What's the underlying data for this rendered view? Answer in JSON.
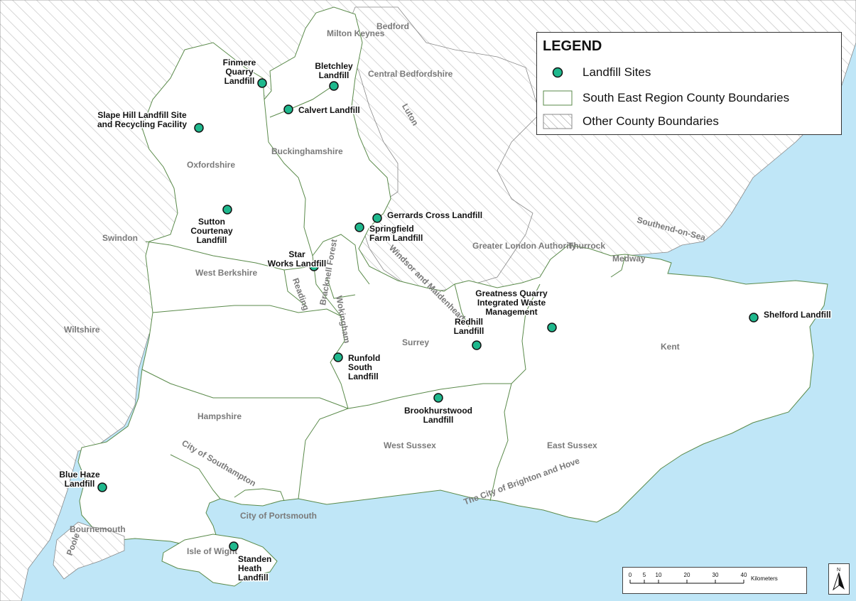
{
  "legend": {
    "title": "LEGEND",
    "items": [
      {
        "label": "Landfill Sites",
        "symbol": "site-point-icon",
        "color": "#1fb88d"
      },
      {
        "label": "South East Region County Boundaries",
        "symbol": "plain-polygon-icon",
        "color": "#ffffff"
      },
      {
        "label": "Other County Boundaries",
        "symbol": "hatched-polygon-icon",
        "color": "#bcbcbc"
      }
    ]
  },
  "colors": {
    "sea": "#bfe6f7",
    "region_fill": "#ffffff",
    "boundary": "#5a8a4a",
    "site": "#1fb88d",
    "hatch": "#bcbcbc"
  },
  "counties": [
    "Milton Keynes",
    "Bedford",
    "Central Bedfordshire",
    "Luton",
    "Oxfordshire",
    "Buckinghamshire",
    "Swindon",
    "West Berkshire",
    "Reading",
    "Wokingham",
    "Bracknell Forest",
    "Windsor and Maidenhead",
    "Greater London Authority",
    "Thurrock",
    "Southend-on-Sea",
    "Medway",
    "Kent",
    "Surrey",
    "Wiltshire",
    "Hampshire",
    "West Sussex",
    "East Sussex",
    "City of Southampton",
    "City of Portsmouth",
    "The City of Brighton and Hove",
    "Poole",
    "Bournemouth",
    "Isle of Wight"
  ],
  "sites": [
    {
      "lines": [
        "Finmere",
        "Quarry",
        "Landfill"
      ]
    },
    {
      "lines": [
        "Bletchley",
        "Landfill"
      ]
    },
    {
      "lines": [
        "Calvert Landfill"
      ]
    },
    {
      "lines": [
        "Slape Hill Landfill Site",
        "and Recycling Facility"
      ]
    },
    {
      "lines": [
        "Sutton",
        "Courtenay",
        "Landfill"
      ]
    },
    {
      "lines": [
        "Gerrards Cross Landfill"
      ]
    },
    {
      "lines": [
        "Springfield",
        "Farm Landfill"
      ]
    },
    {
      "lines": [
        "Star",
        "Works Landfill"
      ]
    },
    {
      "lines": [
        "Greatness Quarry",
        "Integrated Waste",
        "Management"
      ]
    },
    {
      "lines": [
        "Shelford Landfill"
      ]
    },
    {
      "lines": [
        "Redhill",
        "Landfill"
      ]
    },
    {
      "lines": [
        "Runfold",
        "South",
        "Landfill"
      ]
    },
    {
      "lines": [
        "Brookhurstwood",
        "Landfill"
      ]
    },
    {
      "lines": [
        "Blue Haze",
        "Landfill"
      ]
    },
    {
      "lines": [
        "Standen",
        "Heath",
        "Landfill"
      ]
    }
  ],
  "scale": {
    "ticks": [
      "0",
      "5",
      "10",
      "20",
      "30",
      "40"
    ],
    "unit": "Kilometers"
  },
  "north_label": "N"
}
